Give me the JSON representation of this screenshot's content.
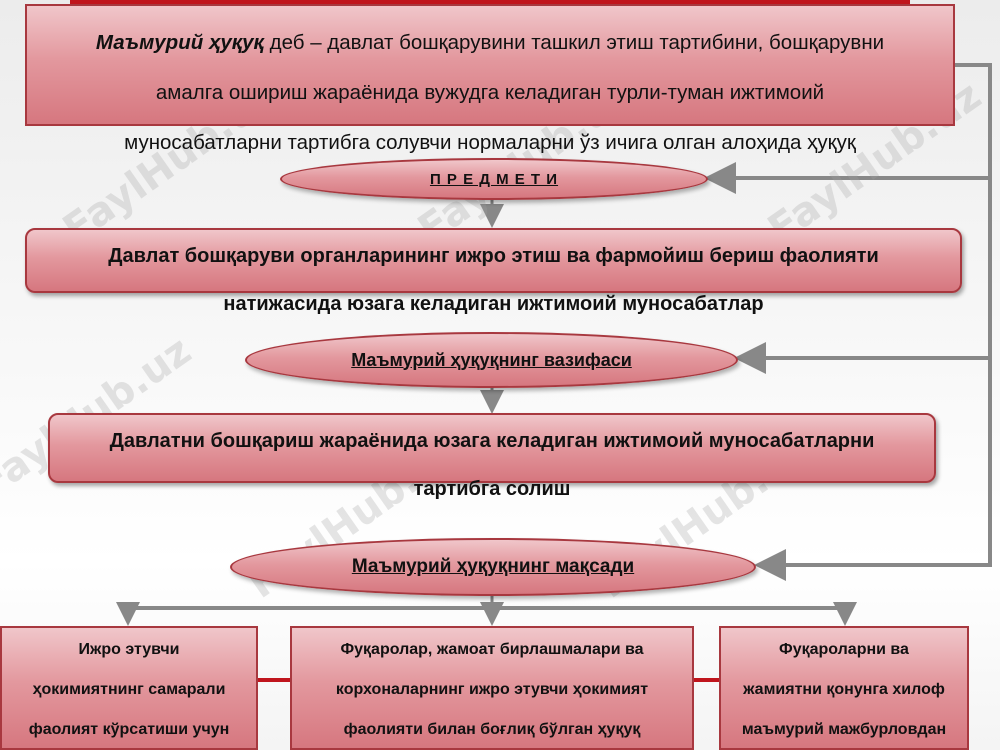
{
  "definition": {
    "term": "Маъмурий ҳуқуқ",
    "line1_rest": " деб – давлат бошқарувини ташкил этиш тартибини, бошқарувни",
    "line2": "амалга ошириш жараёнида вужудга келадиган турли-туман ижтимоий",
    "line3": "муносабатларни тартибга солувчи нормаларни ўз ичига олган алоҳида ҳуқуқ"
  },
  "subject": {
    "label": "П Р Е Д М Е Т И",
    "line1": "Давлат бошқаруви органларининг ижро этиш ва фармойиш бериш фаолияти",
    "line2": "натижасида юзага келадиган ижтимоий муносабатлар"
  },
  "task": {
    "label": "Маъмурий ҳуқуқнинг вазифаси",
    "line1": "Давлатни бошқариш жараёнида юзага келадиган ижтимоий муносабатларни",
    "line2": "тартибга солиш"
  },
  "goal": {
    "label": "Маъмурий ҳуқуқнинг мақсади"
  },
  "goals": [
    {
      "lines": [
        "Ижро этувчи",
        "ҳокимиятнинг самарали",
        "фаолият кўрсатиши учун"
      ]
    },
    {
      "lines": [
        "Фуқаролар, жамоат бирлашмалари ва",
        "корхоналарнинг ижро этувчи ҳокимият",
        "фаолияти билан боғлиқ бўлган ҳуқуқ"
      ]
    },
    {
      "lines": [
        "Фуқароларни ва",
        "жамиятни қонунга хилоф",
        "маъмурий мажбурловдан"
      ]
    }
  ],
  "watermark": "FaylHub.uz",
  "colors": {
    "accent_red": "#c0151d",
    "box_fill": "#e3989e",
    "box_border": "#a8383f",
    "connector_gray": "#888888"
  }
}
